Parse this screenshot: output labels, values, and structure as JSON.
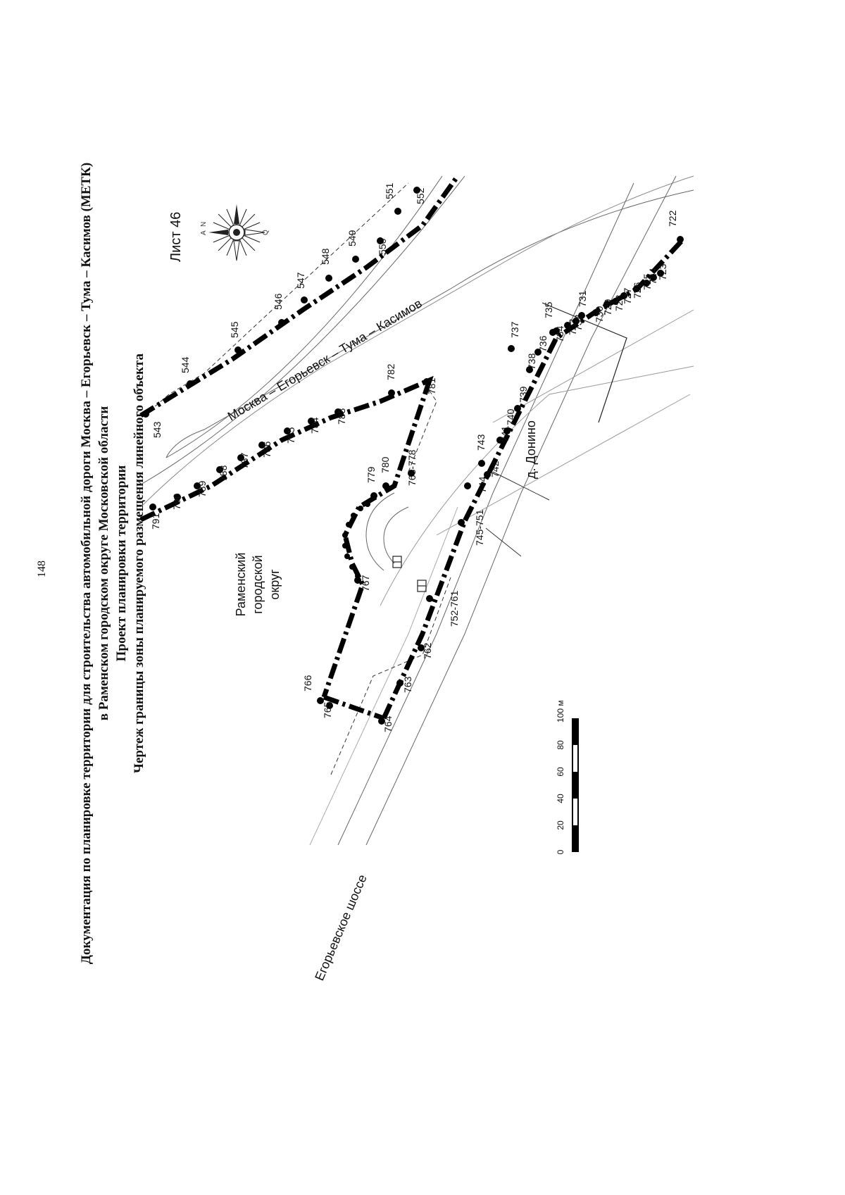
{
  "page_number": "148",
  "title": {
    "line1": "Документация по планировке территории для строительства автомобильной дороги Москва – Егорьевск – Тума – Касимов (МЕТК)",
    "line2": "в Раменском городском округе Московской области",
    "line3": "Проект планировки территории",
    "line4": "Чертеж границы зоны планируемого размещения линейного объекта"
  },
  "sheet_label": "Лист 46",
  "compass_letters": [
    "N",
    "A",
    "Q"
  ],
  "map_labels": {
    "highway": "Москва – Егорьевск – Тума – Касимов",
    "district": [
      "Раменский",
      "городской",
      "округ"
    ],
    "road": "Егорьевское шоссе",
    "village": "д. Донино"
  },
  "scale_bar": {
    "ticks": [
      "0",
      "20",
      "40",
      "60",
      "80",
      "100 м"
    ]
  },
  "boundary_points": {
    "north_line": [
      "543",
      "544",
      "545",
      "546",
      "547",
      "548",
      "549",
      "550",
      "551",
      "552"
    ],
    "west_line": [
      "791",
      "790",
      "789",
      "788",
      "787",
      "786",
      "785",
      "784",
      "783",
      "782",
      "781"
    ],
    "loop": [
      "780",
      "779",
      "768-778",
      "767",
      "766",
      "765",
      "764",
      "763",
      "762"
    ],
    "east_line": [
      "752-761",
      "745-751",
      "744",
      "743",
      "742",
      "741",
      "740",
      "739",
      "738",
      "737",
      "736",
      "735",
      "734",
      "733",
      "732",
      "731",
      "730",
      "729",
      "728",
      "727",
      "726",
      "725",
      "724",
      "723",
      "722"
    ]
  }
}
